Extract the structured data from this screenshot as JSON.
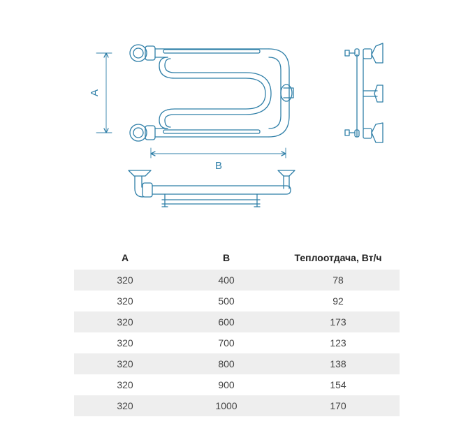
{
  "diagram": {
    "dim_a_label": "A",
    "dim_b_label": "B"
  },
  "table": {
    "headers": [
      "A",
      "B",
      "Теплоотдача, Вт/ч"
    ],
    "rows": [
      [
        "320",
        "400",
        "78"
      ],
      [
        "320",
        "500",
        "92"
      ],
      [
        "320",
        "600",
        "173"
      ],
      [
        "320",
        "700",
        "123"
      ],
      [
        "320",
        "800",
        "138"
      ],
      [
        "320",
        "900",
        "154"
      ],
      [
        "320",
        "1000",
        "170"
      ]
    ]
  },
  "colors": {
    "line": "#2f7fa8",
    "row_stripe": "#eeeeee",
    "text": "#333333"
  }
}
